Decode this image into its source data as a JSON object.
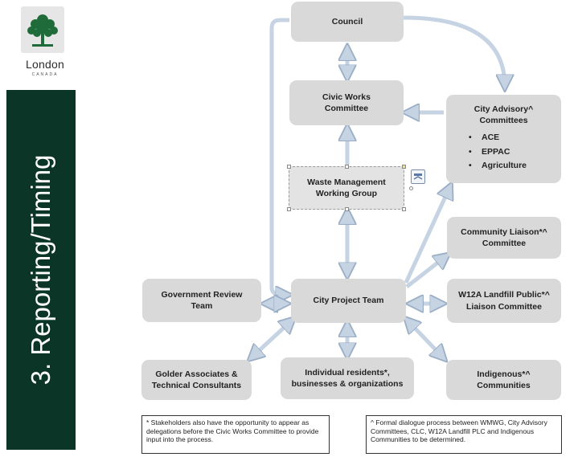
{
  "logo": {
    "name": "London",
    "sub": "CANADA"
  },
  "sidebar": {
    "title": "3. Reporting/Timing"
  },
  "boxes": {
    "council": "Council",
    "civic_works": "Civic Works\nCommittee",
    "city_advisory": {
      "title": "City Advisory^\nCommittees",
      "items": [
        "ACE",
        "EPPAC",
        "Agriculture"
      ]
    },
    "wmwg": "Waste Management\nWorking Group",
    "community_liaison": "Community Liaison*^\nCommittee",
    "government_review": "Government Review\nTeam",
    "city_project_team": "City Project Team",
    "w12a": "W12A Landfill Public*^\nLiaison Committee",
    "golder": "Golder Associates &\nTechnical Consultants",
    "residents": "Individual residents*,\nbusinesses & organizations",
    "indigenous": "Indigenous*^\nCommunities"
  },
  "notes": {
    "left": "* Stakeholders also have the opportunity to appear as delegations before the Civic Works Committee to provide input into the process.",
    "right": "^ Formal dialogue process between WMWG, City Advisory Committees, CLC, W12A Landfill PLC and Indigenous Communities to be determined."
  },
  "colors": {
    "sidebar": "#0b3527",
    "box": "#d9d9d9",
    "arrow": "#c5d3e3",
    "arrow_stroke": "#9aaec6"
  }
}
